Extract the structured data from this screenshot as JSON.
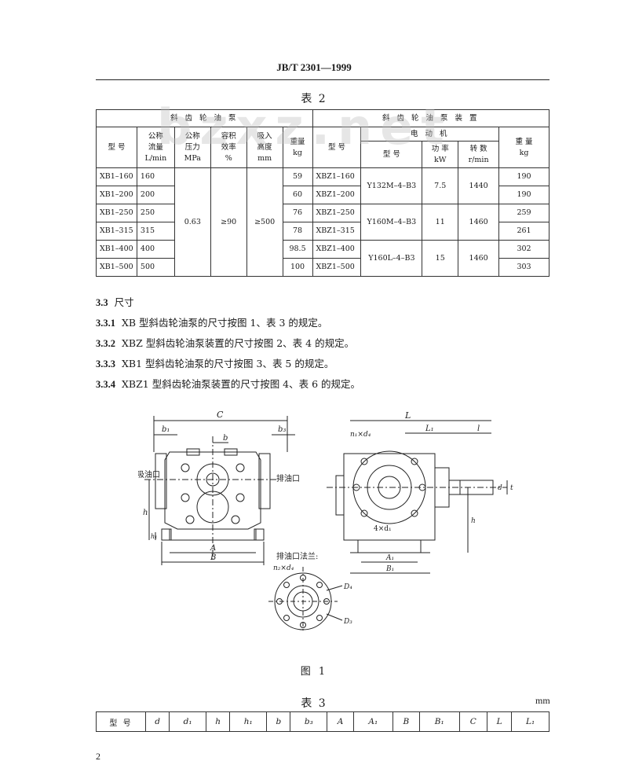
{
  "header": {
    "title": "JB/T  2301—1999"
  },
  "watermark": "bzxz.net",
  "table2": {
    "caption": "表  2",
    "group_left": "斜  齿  轮  油  泵",
    "group_right": "斜  齿  轮  油  泵  装  置",
    "motor_group": "电  动  机",
    "col_model": "型  号",
    "col_flow": [
      "公称",
      "流量",
      "L/min"
    ],
    "col_pressure": [
      "公称",
      "压力",
      "MPa"
    ],
    "col_efficiency": [
      "容积",
      "效率",
      "%"
    ],
    "col_suction": [
      "吸入",
      "高度",
      "mm"
    ],
    "col_weight": [
      "重量",
      "kg"
    ],
    "col_device_model": "型  号",
    "col_motor_model": "型  号",
    "col_power": [
      "功  率",
      "kW"
    ],
    "col_speed": [
      "转  数",
      "r/min"
    ],
    "col_weight2": [
      "重  量",
      "kg"
    ],
    "shared_pressure": "0.63",
    "shared_efficiency": "≥90",
    "shared_suction": "≥500",
    "rows": [
      {
        "model": "XB1–160",
        "flow": "160",
        "weight": "59",
        "device": "XBZ1–160",
        "weight2": "190"
      },
      {
        "model": "XB1–200",
        "flow": "200",
        "weight": "60",
        "device": "XBZ1–200",
        "weight2": "190"
      },
      {
        "model": "XB1–250",
        "flow": "250",
        "weight": "76",
        "device": "XBZ1–250",
        "weight2": "259"
      },
      {
        "model": "XB1–315",
        "flow": "315",
        "weight": "78",
        "device": "XBZ1–315",
        "weight2": "261"
      },
      {
        "model": "XB1–400",
        "flow": "400",
        "weight": "98.5",
        "device": "XBZ1–400",
        "weight2": "302"
      },
      {
        "model": "XB1–500",
        "flow": "500",
        "weight": "100",
        "device": "XBZ1–500",
        "weight2": "303"
      }
    ],
    "motors": [
      {
        "model": "Y132M–4–B3",
        "power": "7.5",
        "speed": "1440"
      },
      {
        "model": "Y160M–4–B3",
        "power": "11",
        "speed": "1460"
      },
      {
        "model": "Y160L–4–B3",
        "power": "15",
        "speed": "1460"
      }
    ]
  },
  "sections": [
    {
      "num": "3.3",
      "text": "尺寸"
    },
    {
      "num": "3.3.1",
      "text": "XB 型斜齿轮油泵的尺寸按图 1、表 3 的规定。"
    },
    {
      "num": "3.3.2",
      "text": "XBZ 型斜齿轮油泵装置的尺寸按图 2、表 4 的规定。"
    },
    {
      "num": "3.3.3",
      "text": "XB1 型斜齿轮油泵的尺寸按图 3、表 5 的规定。"
    },
    {
      "num": "3.3.4",
      "text": "XBZ1 型斜齿轮油泵装置的尺寸按图 4、表 6 的规定。"
    }
  ],
  "figure": {
    "caption": "图  1",
    "labels": {
      "suction_port": "吸油口",
      "discharge_port": "排油口",
      "discharge_flange": "排油口法兰:",
      "C": "C",
      "b1": "b₁",
      "b": "b",
      "b3": "b₃",
      "h": "h",
      "h1": "h₁",
      "A": "A",
      "B": "B",
      "L": "L",
      "L1": "L₁",
      "l": "l",
      "d": "d",
      "t": "t",
      "A1": "A₁",
      "B1": "B₁",
      "n1d4": "n₁×d₄",
      "n2d4": "n₂×d₄",
      "four_d1": "4×d₁",
      "D4": "D₄",
      "D3": "D₃"
    }
  },
  "table3": {
    "caption": "表  3",
    "unit": "mm",
    "headers": [
      "型  号",
      "d",
      "d₁",
      "h",
      "h₁",
      "b",
      "b₃",
      "A",
      "A₁",
      "B",
      "B₁",
      "C",
      "L",
      "L₁"
    ]
  },
  "page_number": "2"
}
